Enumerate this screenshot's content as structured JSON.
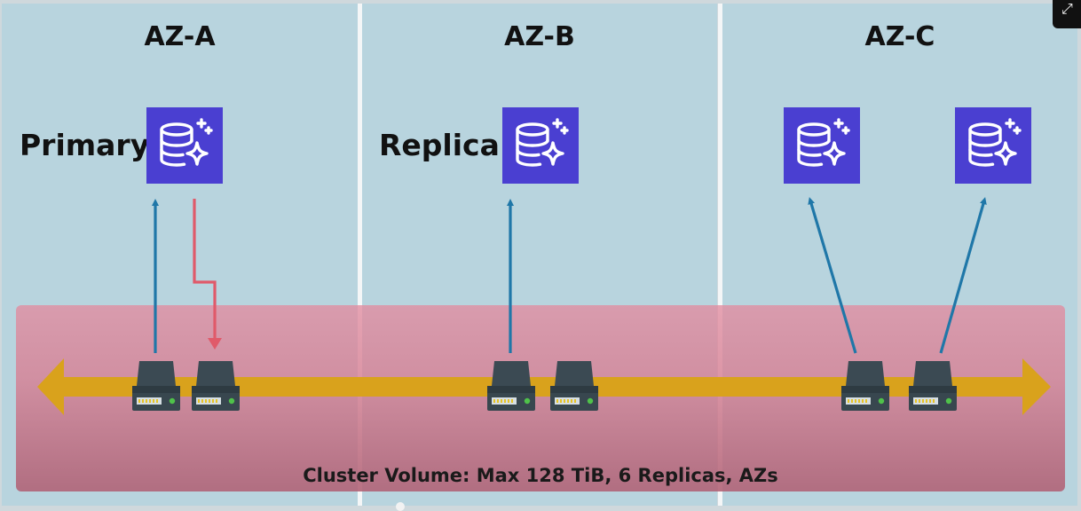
{
  "zones": [
    {
      "name": "AZ-A"
    },
    {
      "name": "AZ-B"
    },
    {
      "name": "AZ-C"
    }
  ],
  "roles": {
    "primary": "Primary",
    "replica": "Replica"
  },
  "cluster_volume": {
    "label": "Cluster Volume: Max 128 TiB, 6 Replicas, AZs"
  },
  "icons": {
    "database": "database-icon",
    "storage_node": "storage-node-icon"
  },
  "colors": {
    "zone_bg": "#b8d4de",
    "db_icon_bg": "#4a3fd1",
    "read_arrow": "#1f77a8",
    "write_arrow": "#e05a6a",
    "bus": "#d9a21c",
    "volume": "#d98ca0"
  }
}
